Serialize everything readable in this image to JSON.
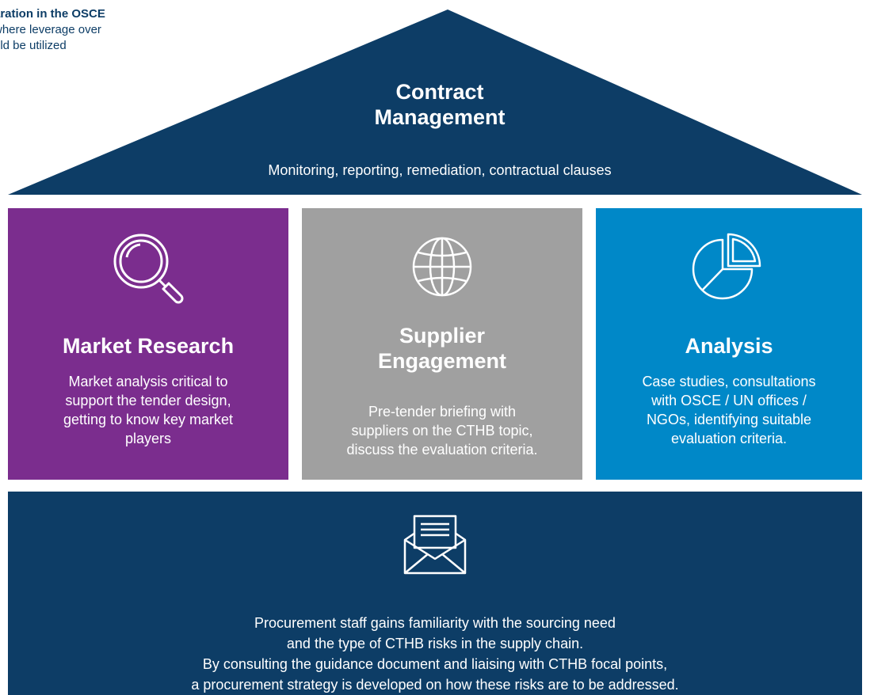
{
  "caption": {
    "title": "aration in the OSCE",
    "lines": [
      "where leverage over",
      "uld be utilized"
    ]
  },
  "roof": {
    "title_line1": "Contract",
    "title_line2": "Management",
    "subtitle": "Monitoring, reporting, remediation, contractual clauses",
    "color": "#0d3d66"
  },
  "pillars": [
    {
      "title": "Market Research",
      "desc_lines": [
        "Market analysis critical to",
        "support the tender design,",
        "getting to know key market",
        "players"
      ],
      "icon": "magnifying-glass-icon",
      "color": "#7b2d8e"
    },
    {
      "title_line1": "Supplier",
      "title_line2": "Engagement",
      "desc_lines": [
        "Pre-tender briefing with",
        "suppliers on the CTHB topic,",
        "discuss the evaluation criteria."
      ],
      "icon": "globe-icon",
      "color": "#a0a0a0"
    },
    {
      "title": "Analysis",
      "desc_lines": [
        "Case studies, consultations",
        "with OSCE / UN offices /",
        "NGOs, identifying suitable",
        "evaluation criteria."
      ],
      "icon": "pie-chart-icon",
      "color": "#0088c8"
    }
  ],
  "foundation": {
    "lines": [
      "Procurement staff gains familiarity with the sourcing need",
      "and the type of CTHB risks in the supply chain.",
      "By consulting the guidance document and liaising with CTHB focal points,",
      "a procurement strategy is developed on how these risks are to be addressed."
    ],
    "icon": "open-envelope-icon",
    "color": "#0d3d66"
  }
}
